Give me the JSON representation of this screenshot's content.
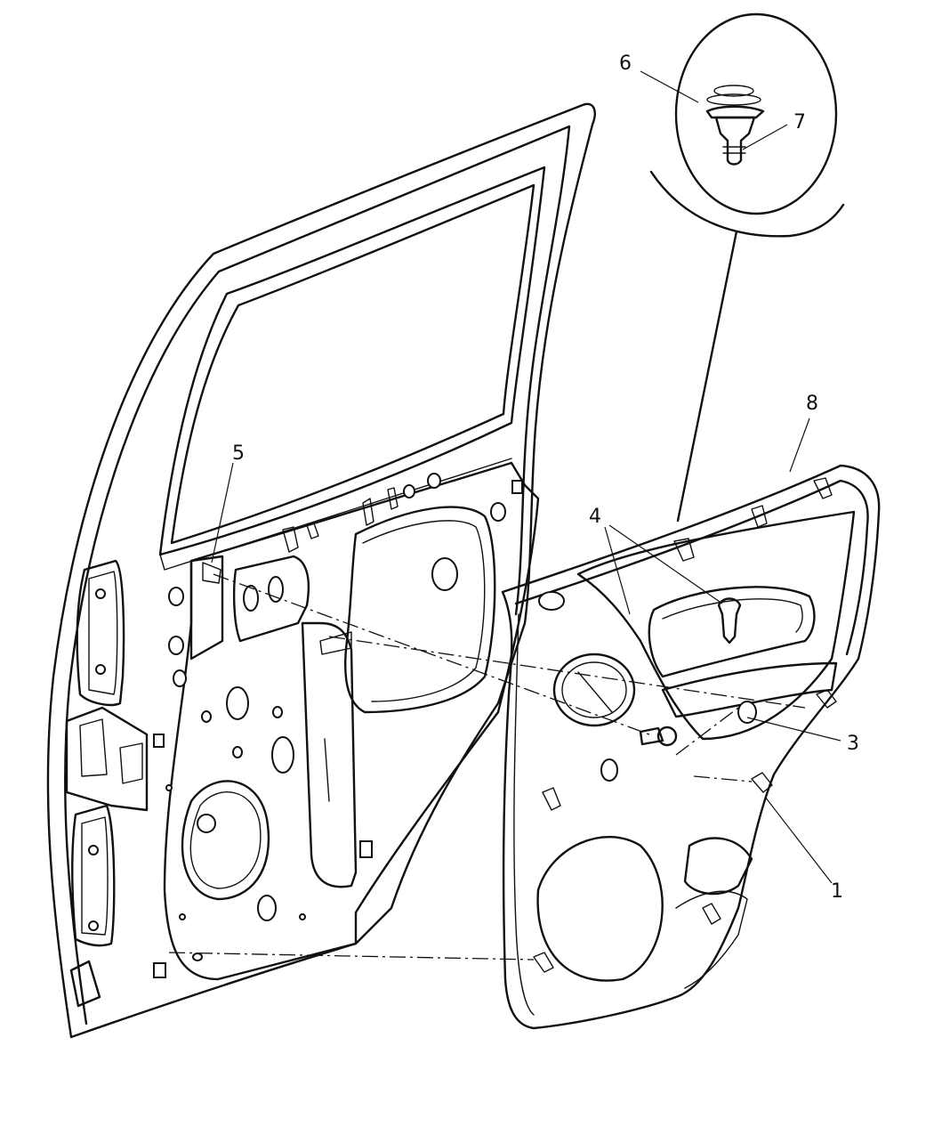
{
  "callouts": [
    {
      "id": "1",
      "text": "1"
    },
    {
      "id": "3",
      "text": "3"
    },
    {
      "id": "4",
      "text": "4"
    },
    {
      "id": "5",
      "text": "5"
    },
    {
      "id": "6",
      "text": "6"
    },
    {
      "id": "7",
      "text": "7"
    },
    {
      "id": "8",
      "text": "8"
    }
  ]
}
